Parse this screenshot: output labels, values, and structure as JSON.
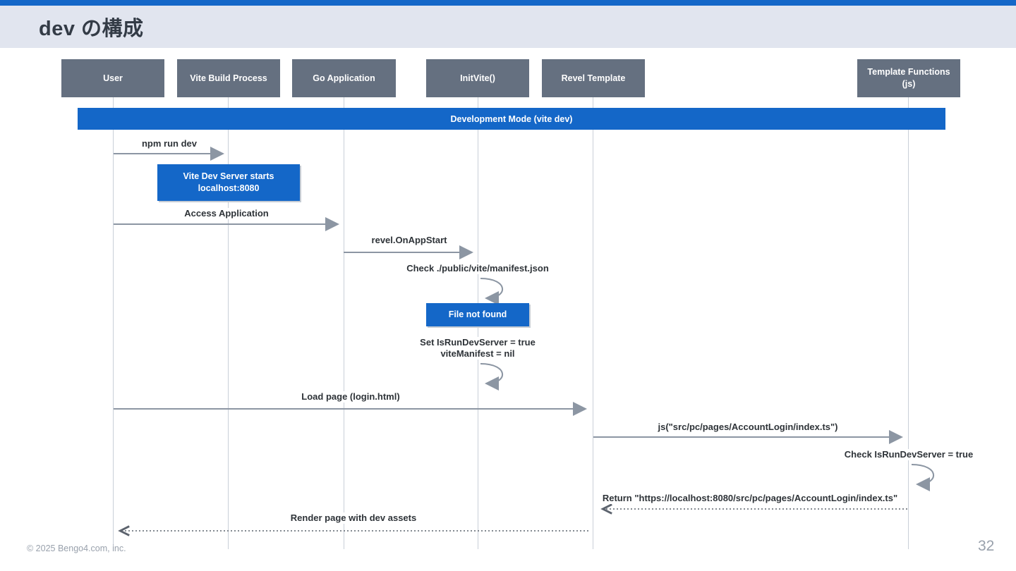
{
  "header": {
    "title": "dev の構成"
  },
  "diagram": {
    "participants": [
      {
        "label": "User"
      },
      {
        "label": "Vite Build Process"
      },
      {
        "label": "Go Application"
      },
      {
        "label": "InitVite()"
      },
      {
        "label": "Revel Template"
      },
      {
        "label_line1": "Template Functions",
        "label_line2": "(js)"
      }
    ],
    "frame_label": "Development Mode (vite dev)",
    "messages": {
      "npm_run_dev": "npm run dev",
      "access_application": "Access Application",
      "revel_on_app_start": "revel.OnAppStart",
      "check_manifest": "Check ./public/vite/manifest.json",
      "set_flags_line1": "Set IsRunDevServer = true",
      "set_flags_line2": "viteManifest = nil",
      "load_page": "Load page (login.html)",
      "js_call": "js(\"src/pc/pages/AccountLogin/index.ts\")",
      "check_is_run_dev_server": "Check IsRunDevServer = true",
      "return_url": "Return \"https://localhost:8080/src/pc/pages/AccountLogin/index.ts\"",
      "render_page": "Render page with dev assets"
    },
    "notes": {
      "vite_dev_server_line1": "Vite Dev Server starts",
      "vite_dev_server_line2": "localhost:8080",
      "file_not_found": "File not found"
    }
  },
  "footer": {
    "copyright": "© 2025 Bengo4.com, inc.",
    "page_number": "32"
  },
  "colors": {
    "accent_blue": "#1467C8",
    "participant_gray": "#657080",
    "arrow_gray": "#8C96A3"
  }
}
